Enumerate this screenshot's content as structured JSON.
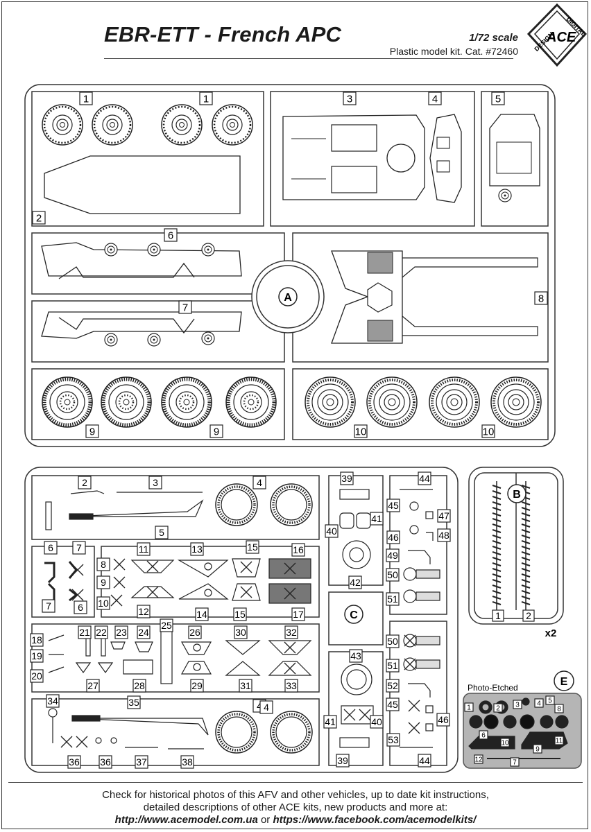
{
  "header": {
    "title": "EBR-ETT - French APC",
    "scale": "1/72 scale",
    "catalog": "Plastic model kit. Cat. #72460",
    "logo_words": [
      "DIGITAL",
      "ACE",
      "DESIGN"
    ]
  },
  "sprues": {
    "A": {
      "letter": "A",
      "part_labels": [
        "1",
        "1",
        "2",
        "3",
        "4",
        "5",
        "6",
        "7",
        "8",
        "9",
        "9",
        "10",
        "10"
      ]
    },
    "B": {
      "letter": "B",
      "part_labels": [
        "1",
        "2"
      ],
      "multiplier": "x2"
    },
    "C": {
      "letter": "C",
      "part_labels": [
        "2",
        "3",
        "4",
        "5",
        "4",
        "6",
        "7",
        "7",
        "6",
        "8",
        "9",
        "10",
        "11",
        "12",
        "13",
        "14",
        "15",
        "15",
        "16",
        "17",
        "18",
        "19",
        "20",
        "21",
        "22",
        "23",
        "24",
        "25",
        "26",
        "27",
        "28",
        "29",
        "30",
        "31",
        "32",
        "33",
        "34",
        "35",
        "36",
        "36",
        "37",
        "38",
        "4",
        "39",
        "40",
        "41",
        "42",
        "43",
        "41",
        "40",
        "39",
        "44",
        "45",
        "46",
        "47",
        "48",
        "49",
        "50",
        "51",
        "50",
        "51",
        "52",
        "45",
        "46",
        "53",
        "44"
      ]
    },
    "E": {
      "letter": "E",
      "title": "Photo-Etched",
      "part_labels": [
        "1",
        "2",
        "3",
        "4",
        "5",
        "6",
        "7",
        "8",
        "9",
        "10",
        "11",
        "12"
      ]
    }
  },
  "colors": {
    "outline": "#333333",
    "pe_fret": "#b5b5b5",
    "pe_fret_border": "#555555",
    "dark_part": "#1a1a1a"
  },
  "footer": {
    "line1": "Check for historical photos of this AFV and  other vehicles, up to date kit instructions,",
    "line2": "detailed descriptions of other ACE kits, new products and more at:",
    "url1": "http://www.acemodel.com.ua",
    "or": " or ",
    "url2": "https://www.facebook.com/acemodelkits/"
  }
}
